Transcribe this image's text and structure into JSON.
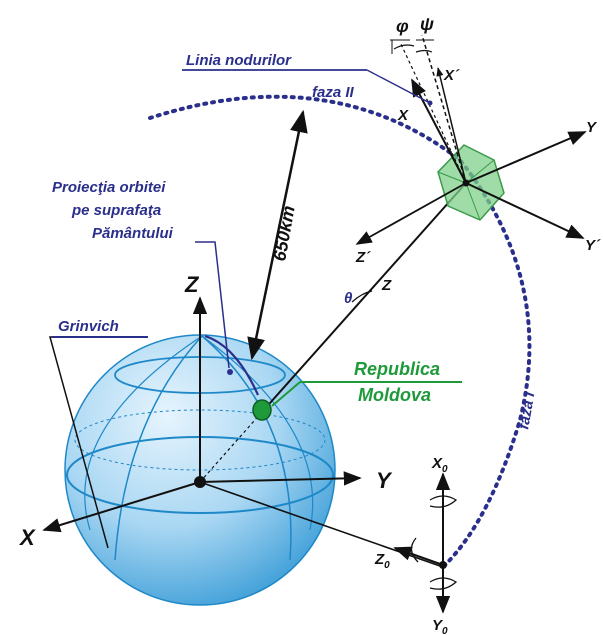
{
  "labels": {
    "phi": "φ",
    "psi": "ψ",
    "linia_nodurilor": "Linia nodurilor",
    "faza_II": "faza II",
    "faza_I": "faza I",
    "distance": "650km",
    "proiectia_1": "Proiecţia orbitei",
    "proiectia_2": "pe suprafaţa",
    "proiectia_3": "Pământului",
    "grinvich": "Grinvich",
    "republica": "Republica",
    "moldova": "Moldova",
    "theta": "θ"
  },
  "axes": {
    "earth_z": "Z",
    "earth_y": "Y",
    "earth_x": "X",
    "sat_x_prime": "X´",
    "sat_x": "X",
    "sat_y": "Y",
    "sat_y_prime": "Y´",
    "sat_z_prime": "Z´",
    "sat_z": "Z",
    "inertial_x0": "X",
    "inertial_x0_sub": "0",
    "inertial_z0": "Z",
    "inertial_z0_sub": "0",
    "inertial_y0": "Y",
    "inertial_y0_sub": "0"
  },
  "colors": {
    "sphere_light": "#e6f4fd",
    "sphere_dark": "#3f9fd8",
    "sphere_line": "#1e88c8",
    "orbit": "#2b2f8c",
    "moldova": "#1f9a3a",
    "satellite": "#7fd08a",
    "ink": "#111111"
  }
}
